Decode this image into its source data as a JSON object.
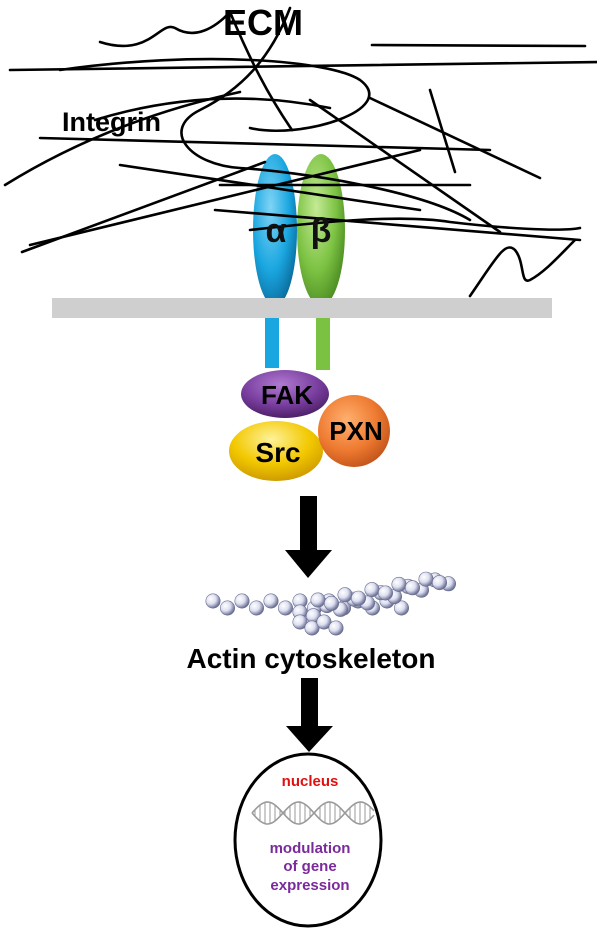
{
  "labels": {
    "ecm": "ECM",
    "integrin": "Integrin",
    "alpha": "α",
    "beta": "β",
    "fak": "FAK",
    "pxn": "PXN",
    "src": "Src",
    "actin": "Actin cytoskeleton",
    "nucleus": "nucleus",
    "modulation_line1": "modulation",
    "modulation_line2": "of gene",
    "modulation_line3": "expression"
  },
  "colors": {
    "alpha_subunit": "#1aa6e0",
    "beta_subunit": "#7cc242",
    "membrane": "#cfcfcf",
    "fak": "#7a3fa0",
    "pxn": "#ee7a30",
    "src": "#f2c800",
    "nucleus_text": "#e01010",
    "modulation_text": "#7a2a9a",
    "arrow": "#000000"
  },
  "icons": {
    "actin_filament": "actin-beads-icon",
    "dna_helix": "dna-helix-icon"
  }
}
